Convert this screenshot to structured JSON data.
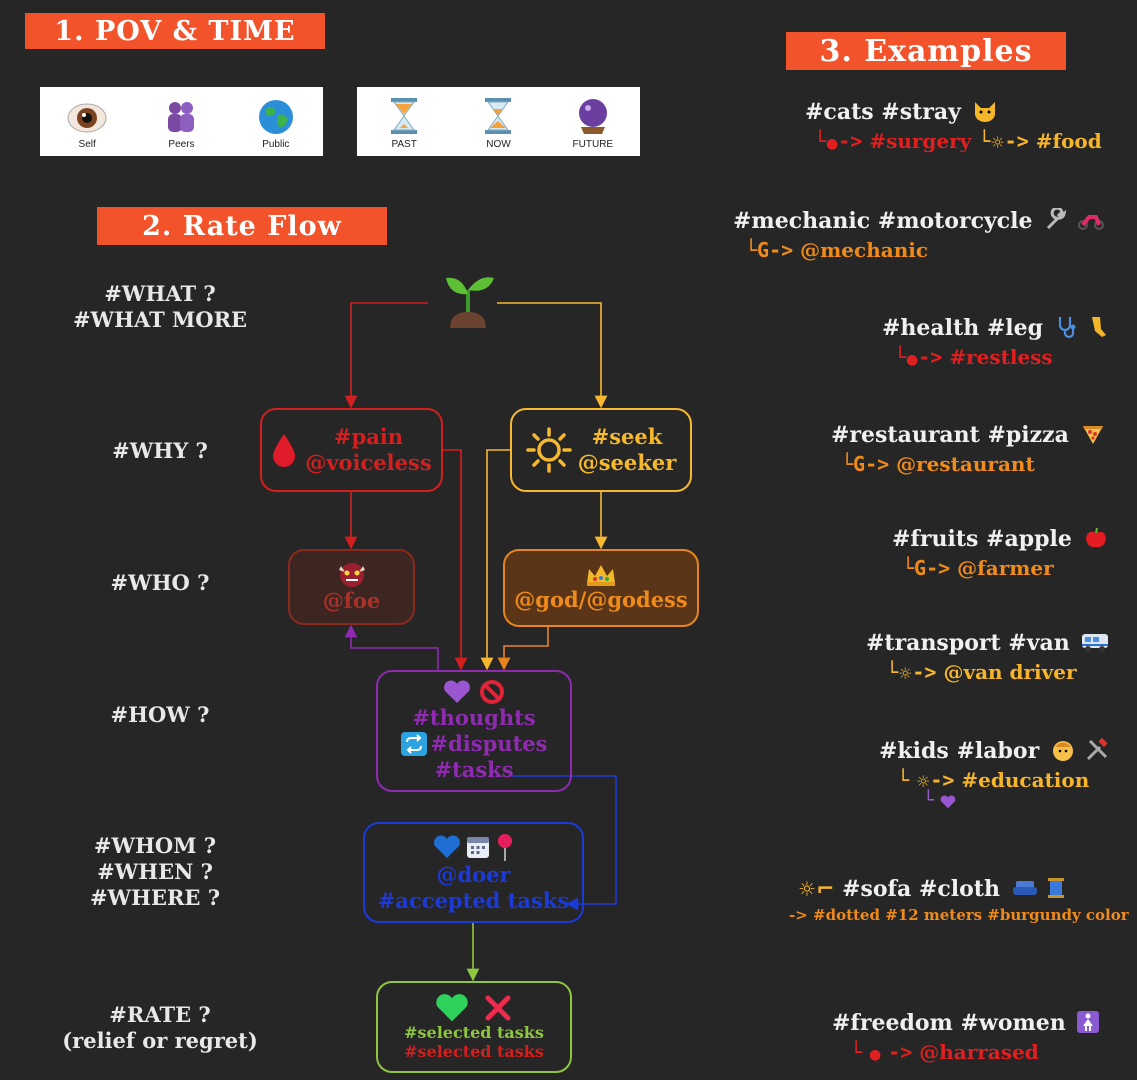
{
  "section1": {
    "title": "1. POV & TIME",
    "pov": [
      {
        "label": "Self",
        "icon": "eye-icon"
      },
      {
        "label": "Peers",
        "icon": "people-icon"
      },
      {
        "label": "Public",
        "icon": "globe-icon"
      }
    ],
    "time": [
      {
        "label": "PAST",
        "icon": "hourglass-icon"
      },
      {
        "label": "NOW",
        "icon": "hourglass-flowing-icon"
      },
      {
        "label": "FUTURE",
        "icon": "crystal-ball-icon"
      }
    ]
  },
  "section2": {
    "title": "2. Rate Flow",
    "questions": {
      "what": "#WHAT ?\n#WHAT MORE",
      "why": "#WHY ?",
      "who": "#WHO ?",
      "how": "#HOW ?",
      "whom": "#WHOM ?\n#WHEN ?\n#WHERE ?",
      "rate": "#RATE ?\n(relief or regret)"
    },
    "boxes": {
      "pain": {
        "line1": "#pain",
        "line2": "@voiceless"
      },
      "seek": {
        "line1": "#seek",
        "line2": "@seeker"
      },
      "foe": {
        "line1": "@foe"
      },
      "god": {
        "line1": "@god/@godess"
      },
      "thoughts": {
        "line1": "#thoughts",
        "line2": "#disputes",
        "line3": "#tasks"
      },
      "doer": {
        "line1": "@doer",
        "line2": "#accepted tasks"
      },
      "selected": {
        "line1": "#selected tasks",
        "line2": "#selected tasks"
      }
    },
    "colors": {
      "red": "#d21f1f",
      "yellow": "#f5b82e",
      "orange": "#e8841e",
      "purple": "#8e2bb0",
      "blue": "#1c3ad6",
      "green": "#8fc640",
      "foe": "#8a2a1c"
    }
  },
  "section3": {
    "title": "3. Examples",
    "examples": [
      {
        "tags": "#cats #stray",
        "icon": "cat-icon",
        "sub1": "#surgery",
        "sub2": "#food"
      },
      {
        "tags": "#mechanic #motorcycle",
        "icon": "wrench-icon",
        "sub": "@mechanic",
        "prefix": "G->"
      },
      {
        "tags": "#health #leg",
        "icon": "stethoscope-icon",
        "sub": "#restless"
      },
      {
        "tags": "#restaurant #pizza",
        "icon": "pizza-icon",
        "sub": "@restaurant",
        "prefix": "G->"
      },
      {
        "tags": "#fruits #apple",
        "icon": "apple-icon",
        "sub": "@farmer",
        "prefix": "G->"
      },
      {
        "tags": "#transport #van",
        "icon": "van-icon",
        "sub": "@van driver"
      },
      {
        "tags": "#kids #labor",
        "icon": "child-icon",
        "sub": "#education"
      },
      {
        "tags": "#sofa #cloth",
        "icon": "sofa-icon",
        "sub": "-> #dotted #12 meters #burgundy color"
      },
      {
        "tags": "#freedom #women",
        "icon": "woman-icon",
        "sub": "@harrased"
      }
    ],
    "arrow": "->"
  }
}
